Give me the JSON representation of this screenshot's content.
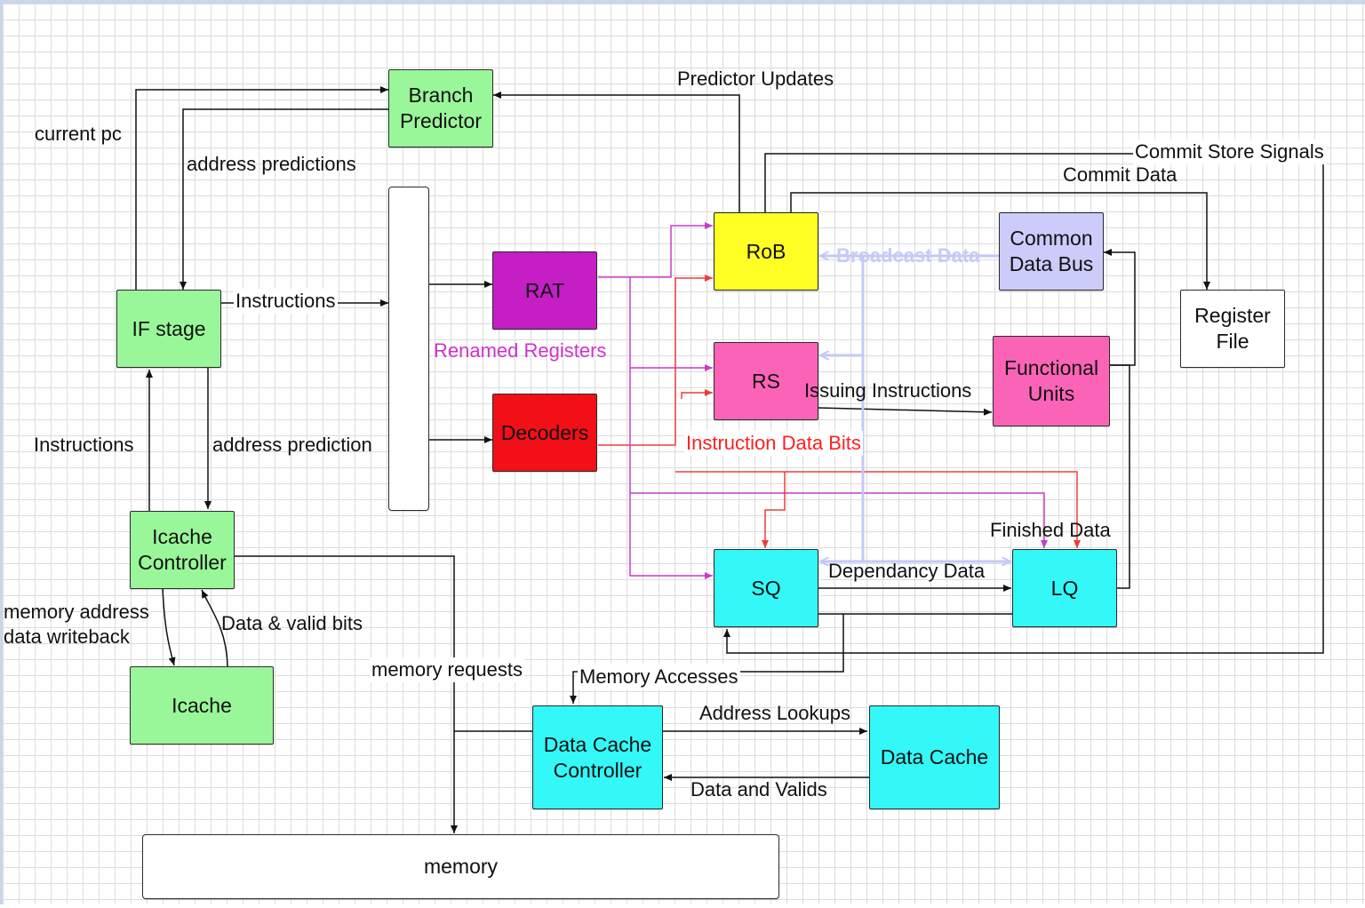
{
  "blocks": {
    "branch_predictor": {
      "label": "Branch\nPredictor"
    },
    "if_stage": {
      "label": "IF stage"
    },
    "icache_controller": {
      "label": "Icache\nController"
    },
    "icache": {
      "label": "Icache"
    },
    "rat": {
      "label": "RAT"
    },
    "decoders": {
      "label": "Decoders"
    },
    "rob": {
      "label": "RoB"
    },
    "rs": {
      "label": "RS"
    },
    "cdb": {
      "label": "Common\nData Bus"
    },
    "functional_units": {
      "label": "Functional\nUnits"
    },
    "register_file": {
      "label": "Register\nFile"
    },
    "sq": {
      "label": "SQ"
    },
    "lq": {
      "label": "LQ"
    },
    "dcache_controller": {
      "label": "Data Cache\nController"
    },
    "dcache": {
      "label": "Data Cache"
    },
    "memory": {
      "label": "memory"
    }
  },
  "labels": {
    "current_pc": "current pc",
    "address_predictions": "address predictions",
    "instructions_fetch": "Instructions",
    "instructions_up": "Instructions",
    "address_prediction": "address prediction",
    "memory_address": "memory address\ndata writeback",
    "data_valid_bits": "Data & valid bits",
    "memory_requests": "memory requests",
    "predictor_updates": "Predictor Updates",
    "commit_store_signals": "Commit Store Signals",
    "commit_data": "Commit Data",
    "broadcast_data": "Broadcast Data",
    "renamed_registers": "Renamed Registers",
    "issuing_instructions": "Issuing Instructions",
    "instruction_data_bits": "Instruction Data Bits",
    "finished_data": "Finished Data",
    "dependancy_data": "Dependancy Data",
    "memory_accesses": "Memory Accesses",
    "address_lookups": "Address Lookups",
    "data_and_valids": "Data and Valids"
  },
  "colors": {
    "green": "#99f799",
    "purple": "#c41ec4",
    "red": "#f20f18",
    "yellow": "#ffff26",
    "lavender": "#ccccfa",
    "pink": "#fb64b6",
    "cyan": "#34f7f7",
    "magenta_wire": "#c83cc8",
    "red_wire": "#ef3b3b",
    "broadcast_wire": "#c4c8f8",
    "renamed_text": "#cc33cc",
    "instr_text": "#ff2020",
    "broadcast_text": "#c8caf6"
  }
}
